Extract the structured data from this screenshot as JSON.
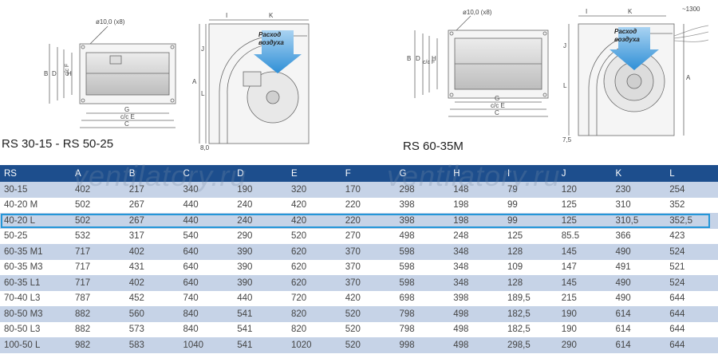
{
  "drawings": {
    "left": {
      "hole_label": "ø10,0 (x8)",
      "dims_front": [
        "B",
        "D",
        "c/c F",
        "H",
        "G",
        "c/c E",
        "C"
      ],
      "dims_side": [
        "I",
        "K",
        "J",
        "A",
        "L",
        "8,0"
      ],
      "airflow_label_1": "Расход",
      "airflow_label_2": "воздуха",
      "caption": "RS 30-15 - RS 50-25"
    },
    "right": {
      "hole_label": "ø10,0 (x8)",
      "dims_front": [
        "B",
        "D",
        "c/c F",
        "H",
        "G",
        "c/c E",
        "C"
      ],
      "dims_side": [
        "I",
        "K",
        "~1300",
        "J",
        "A",
        "L",
        "7,5"
      ],
      "airflow_label_1": "Расход",
      "airflow_label_2": "воздуха",
      "caption": "RS 60-35M"
    }
  },
  "watermark": "ventilatory.ru",
  "table": {
    "headers": [
      "RS",
      "A",
      "B",
      "C",
      "D",
      "E",
      "F",
      "G",
      "H",
      "I",
      "J",
      "K",
      "L"
    ],
    "rows": [
      [
        "30-15",
        "402",
        "217",
        "340",
        "190",
        "320",
        "170",
        "298",
        "148",
        "79",
        "120",
        "230",
        "254"
      ],
      [
        "40-20 M",
        "502",
        "267",
        "440",
        "240",
        "420",
        "220",
        "398",
        "198",
        "99",
        "125",
        "310",
        "352"
      ],
      [
        "40-20 L",
        "502",
        "267",
        "440",
        "240",
        "420",
        "220",
        "398",
        "198",
        "99",
        "125",
        "310,5",
        "352,5"
      ],
      [
        "50-25",
        "532",
        "317",
        "540",
        "290",
        "520",
        "270",
        "498",
        "248",
        "125",
        "85.5",
        "366",
        "423"
      ],
      [
        "60-35 M1",
        "717",
        "402",
        "640",
        "390",
        "620",
        "370",
        "598",
        "348",
        "128",
        "145",
        "490",
        "524"
      ],
      [
        "60-35 M3",
        "717",
        "431",
        "640",
        "390",
        "620",
        "370",
        "598",
        "348",
        "109",
        "147",
        "491",
        "521"
      ],
      [
        "60-35 L1",
        "717",
        "402",
        "640",
        "390",
        "620",
        "370",
        "598",
        "348",
        "128",
        "145",
        "490",
        "524"
      ],
      [
        "70-40 L3",
        "787",
        "452",
        "740",
        "440",
        "720",
        "420",
        "698",
        "398",
        "189,5",
        "215",
        "490",
        "644"
      ],
      [
        "80-50 M3",
        "882",
        "560",
        "840",
        "541",
        "820",
        "520",
        "798",
        "498",
        "182,5",
        "190",
        "614",
        "644"
      ],
      [
        "80-50 L3",
        "882",
        "573",
        "840",
        "541",
        "820",
        "520",
        "798",
        "498",
        "182,5",
        "190",
        "614",
        "644"
      ],
      [
        "100-50 L",
        "982",
        "583",
        "1040",
        "541",
        "1020",
        "520",
        "998",
        "498",
        "298,5",
        "290",
        "614",
        "644"
      ]
    ],
    "highlighted_row": 2,
    "highlight_color": "#2596d8",
    "header_color": "#1d4e8d",
    "stripe_color": "#c6d3e7"
  }
}
